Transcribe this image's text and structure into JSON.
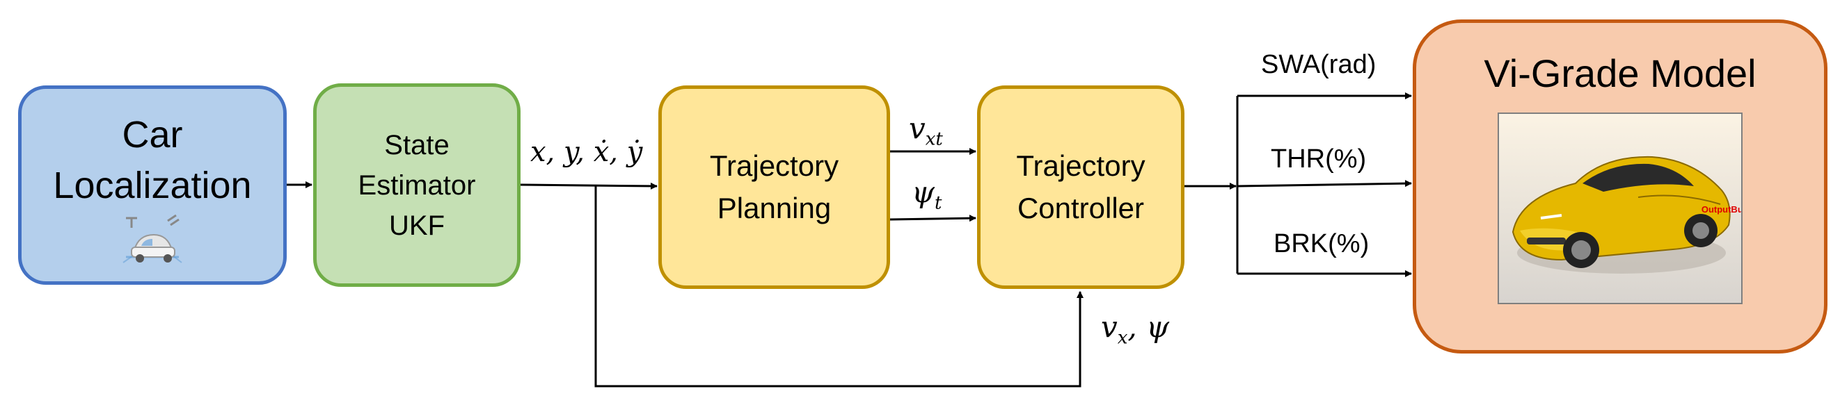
{
  "blocks": {
    "localization": {
      "line1": "Car",
      "line2": "Localization"
    },
    "estimator": {
      "line1": "State",
      "line2": "Estimator",
      "line3": "UKF"
    },
    "planning": {
      "line1": "Trajectory",
      "line2": "Planning"
    },
    "controller": {
      "line1": "Trajectory",
      "line2": "Controller"
    },
    "model": {
      "title": "Vi-Grade Model",
      "output_tag": "OutputBus"
    }
  },
  "signals": {
    "state": "x, y, ẋ, ẏ",
    "vxt_base": "v",
    "vxt_sub": "xt",
    "psit_base": "ψ",
    "psit_sub": "t",
    "feedback_v": "v",
    "feedback_sub": "x",
    "feedback_psi": ", ψ",
    "swa": "SWA(rad)",
    "thr": "THR(%)",
    "brk": "BRK(%)"
  },
  "icons": [
    "car-sensor-icon",
    "car-image"
  ],
  "colors": {
    "localization_fill": "#b4cfec",
    "localization_border": "#4472c4",
    "estimator_fill": "#c5e0b4",
    "estimator_border": "#70ad47",
    "trajectory_fill": "#ffe699",
    "trajectory_border": "#bf9000",
    "model_fill": "#f8cbad",
    "model_border": "#c55a11",
    "wire": "#000000"
  }
}
